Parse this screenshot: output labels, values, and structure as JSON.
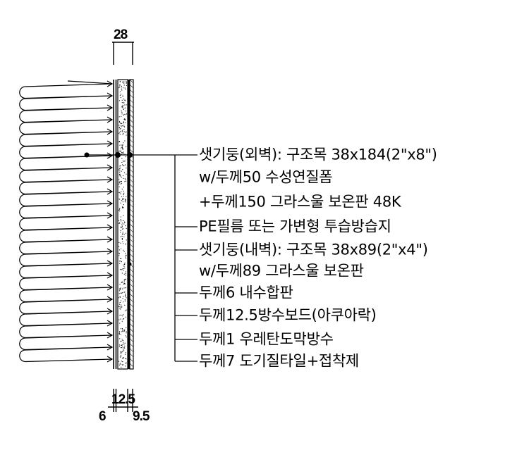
{
  "dimensions": {
    "top": "28",
    "bottom_left": "6",
    "bottom_middle": "12.5",
    "bottom_right": "9.5"
  },
  "labels": [
    "샛기둥(외벽): 구조목 38x184(2\"x8\")",
    "w/두께50 수성연질폼",
    "+두께150 그라스울 보온판 48K",
    "PE필름 또는 가변형 투습방습지",
    "샛기둥(내벽): 구조목 38x89(2\"x4\")",
    "w/두께89 그라스울 보온판",
    "두께6 내수합판",
    "두께12.5방수보드(아쿠아락)",
    "두께1 우레탄도막방수",
    "두께7 도기질타일+접착제"
  ],
  "colors": {
    "line": "#000000",
    "background": "#ffffff"
  }
}
